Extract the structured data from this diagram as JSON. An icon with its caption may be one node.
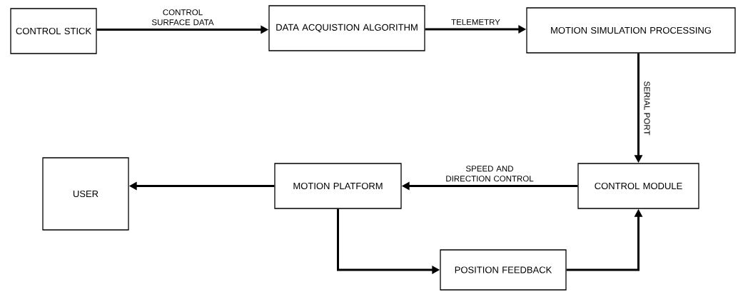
{
  "diagram": {
    "nodes": [
      {
        "text": [
          "CONTROL STICK"
        ]
      },
      {
        "text": [
          "DATA ACQUISTION ALGORITHM"
        ]
      },
      {
        "text": [
          "MOTION SIMULATION PROCESSING"
        ]
      },
      {
        "text": [
          "CONTROL MODULE"
        ]
      },
      {
        "text": [
          "MOTION PLATFORM"
        ]
      },
      {
        "text": [
          "USER"
        ]
      },
      {
        "text": [
          "POSITION FEEDBACK"
        ]
      }
    ],
    "edges": [
      {
        "from": 0,
        "to": 1,
        "arrow": "to",
        "label": "CONTROL SURFACE DATA"
      },
      {
        "from": 1,
        "to": 2,
        "arrow": "to",
        "label": "TELEMETRY"
      },
      {
        "from": 2,
        "to": 3,
        "arrow": "to",
        "label": "SERIAL PORT"
      },
      {
        "from": 3,
        "to": 4,
        "arrow": "to",
        "label": "SPEED AND DIRECTION CONTROL"
      },
      {
        "from": 4,
        "to": 5,
        "arrow": "to"
      },
      {
        "from": 4,
        "to": 6,
        "arrow": "to"
      },
      {
        "from": 6,
        "to": 3,
        "arrow": "to"
      }
    ]
  }
}
